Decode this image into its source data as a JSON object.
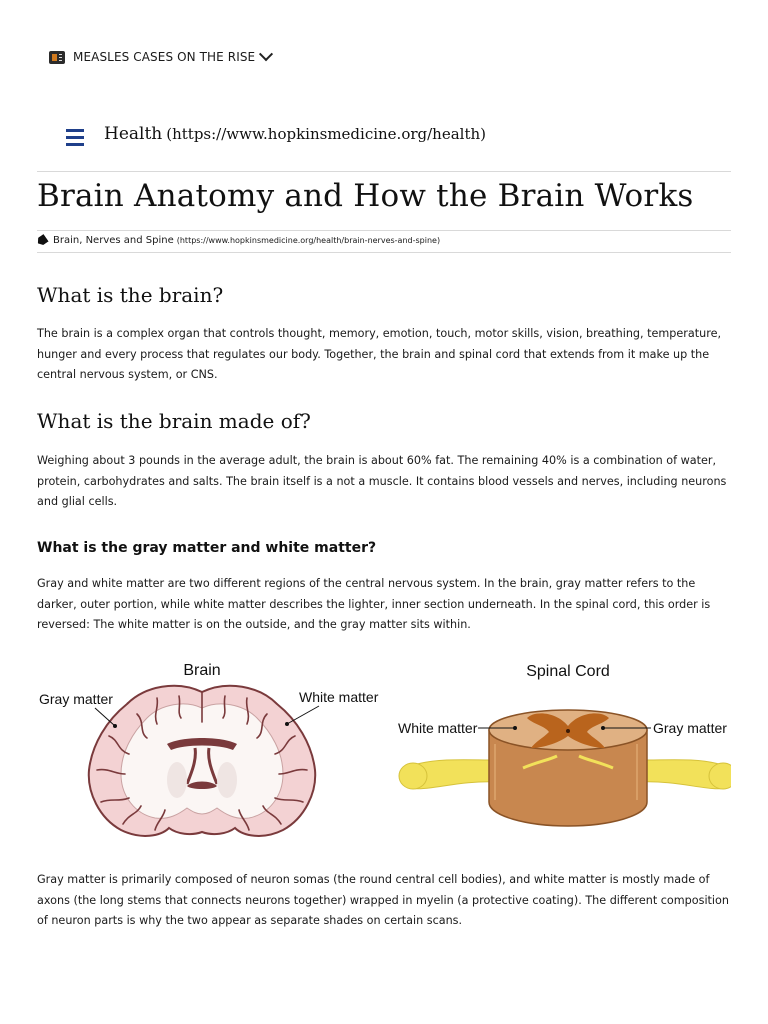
{
  "alert": {
    "label": "MEASLES CASES ON THE RISE"
  },
  "nav": {
    "link_text": "Health",
    "link_url": "(https://www.hopkinsmedicine.org/health)"
  },
  "article": {
    "title": "Brain Anatomy and How the Brain Works",
    "tag": {
      "text": "Brain, Nerves and Spine",
      "url": "(https://www.hopkinsmedicine.org/health/brain-nerves-and-spine)"
    },
    "sections": [
      {
        "heading": "What is the brain?",
        "body": "The brain is a complex organ that controls thought, memory, emotion, touch, motor skills, vision, breathing, temperature, hunger and every process that regulates our body. Together, the brain and spinal cord that extends from it make up the central nervous system, or CNS."
      },
      {
        "heading": "What is the brain made of?",
        "body": "Weighing about 3 pounds in the average adult, the brain is about 60% fat. The remaining 40% is a combination of water, protein, carbohydrates and salts. The brain itself is a not a muscle. It contains blood vessels and nerves, including neurons and glial cells."
      },
      {
        "heading": "What is the gray matter and white matter?",
        "body": "Gray and white matter are two different regions of the central nervous system. In the brain, gray matter refers to the darker, outer portion, while white matter describes the lighter, inner section underneath. In the spinal cord, this order is reversed: The white matter is on the outside, and the gray matter sits within.",
        "body2": "Gray matter is primarily composed of neuron somas (the round central cell bodies), and white matter is mostly made of axons (the long stems that connects neurons together) wrapped in myelin (a protective coating). The different composition of neuron parts is why the two appear as separate shades on certain scans."
      }
    ],
    "figure": {
      "brain_title": "Brain",
      "brain_gray_label": "Gray matter",
      "brain_white_label": "White matter",
      "cord_title": "Spinal Cord",
      "cord_white_label": "White matter",
      "cord_gray_label": "Gray matter"
    }
  },
  "colors": {
    "menu_icon": "#1f3f8a",
    "rule": "#d9d9d9",
    "gray_matter_brain": "#f3d2d3",
    "gray_matter_cord": "#b9641d",
    "white_matter_cord": "#e0b183",
    "nerve": "#f2e15a"
  }
}
